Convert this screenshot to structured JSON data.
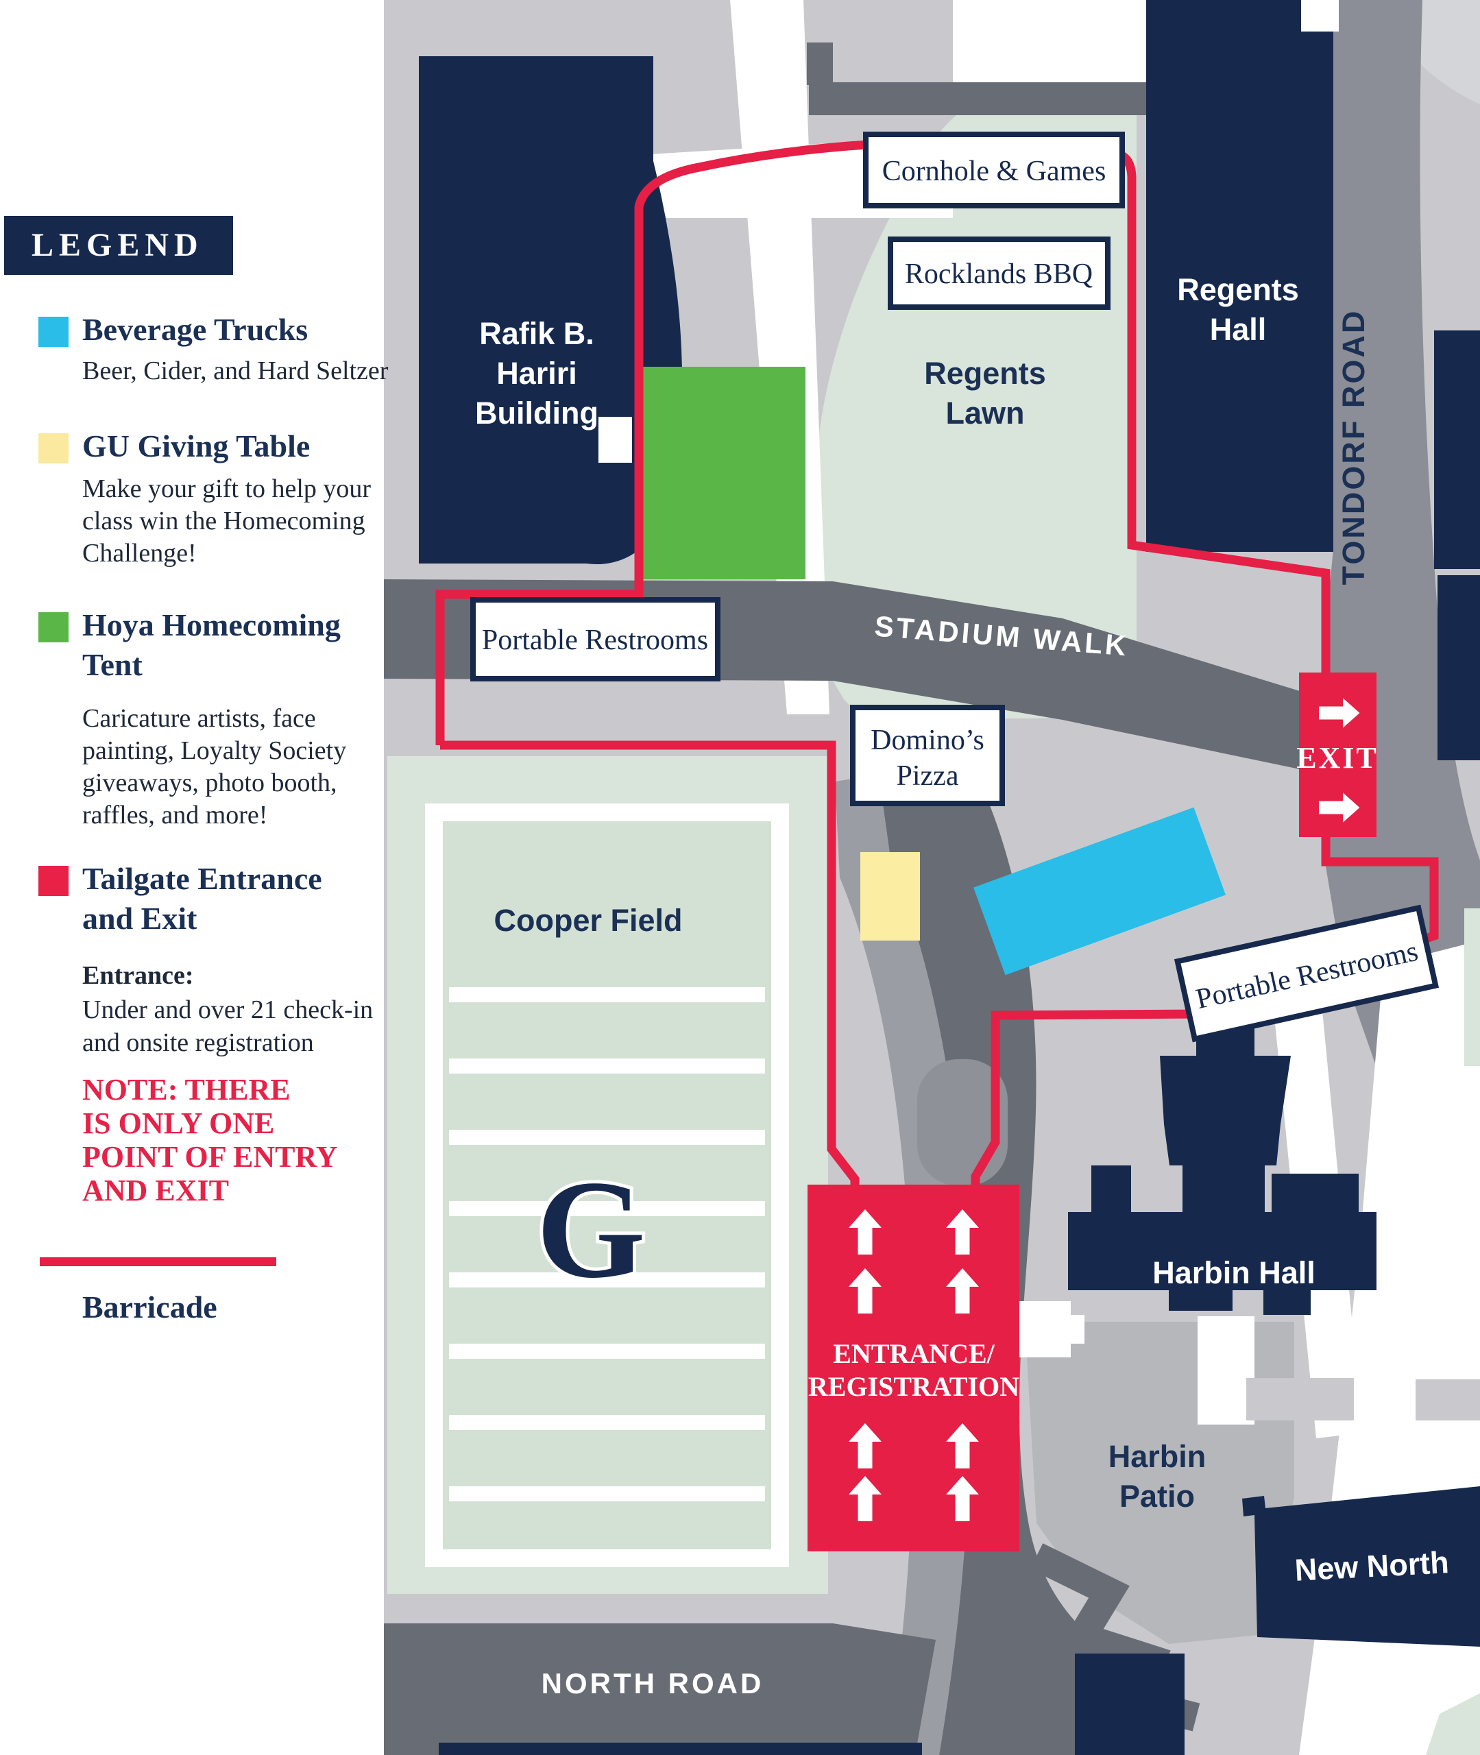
{
  "colors": {
    "navy": "#16294d",
    "red": "#e51f45",
    "legend_red": "#ea2147",
    "cyan": "#29bde8",
    "yellow": "#fbeda2",
    "green": "#5bb648",
    "sage": "#d9e4da",
    "sage_inner": "#d3e1d5",
    "road_dark": "#686c75",
    "road_mid": "#8b8e96",
    "gray_bg": "#c9c9cd",
    "patio_gray": "#b5b7bb",
    "shadow_gray": "#9b9da4",
    "white": "#ffffff"
  },
  "legend": {
    "title": "LEGEND",
    "items": [
      {
        "label": "Beverage Trucks",
        "desc": "Beer, Cider, and Hard Seltzer",
        "color": "#29bde8"
      },
      {
        "label": "GU Giving Table",
        "color": "#fbe9a0",
        "desc_lines": [
          "Make your gift to help your",
          "class win the Homecoming",
          "Challenge!"
        ]
      },
      {
        "label_lines": [
          "Hoya Homecoming",
          "Tent"
        ],
        "color": "#5bb648",
        "desc_lines": [
          "Caricature artists, face",
          "painting, Loyalty Society",
          "giveaways, photo booth,",
          "raffles, and more!"
        ]
      },
      {
        "label_lines": [
          "Tailgate Entrance",
          "and Exit"
        ],
        "color": "#ea2147",
        "sub_heading": "Entrance:",
        "sub_lines": [
          "Under and over 21 check-in",
          "and onsite registration"
        ],
        "note_lines": [
          "NOTE: THERE",
          "IS ONLY ONE",
          "POINT OF ENTRY",
          "AND EXIT"
        ]
      }
    ],
    "barricade_label": "Barricade"
  },
  "map": {
    "buildings": {
      "hariri_lines": [
        "Rafik B.",
        "Hariri",
        "Building"
      ],
      "regents_hall_lines": [
        "Regents",
        "Hall"
      ],
      "harbin_hall": "Harbin Hall",
      "new_north": "New North"
    },
    "areas": {
      "regents_lawn_lines": [
        "Regents",
        "Lawn"
      ],
      "cooper_field": "Cooper Field",
      "harbin_patio_lines": [
        "Harbin",
        "Patio"
      ],
      "g_logo": "G"
    },
    "roads": {
      "stadium_walk": "STADIUM WALK",
      "tondorf_road": "TONDORF ROAD",
      "north_road": "NORTH ROAD"
    },
    "callouts": {
      "cornhole": "Cornhole & Games",
      "rocklands": "Rocklands BBQ",
      "portable_restrooms_1": "Portable Restrooms",
      "dominos_lines": [
        "Domino’s",
        "Pizza"
      ],
      "portable_restrooms_2": "Portable Restrooms",
      "exit": "EXIT",
      "entrance_lines": [
        "ENTRANCE/",
        "REGISTRATION"
      ]
    }
  }
}
